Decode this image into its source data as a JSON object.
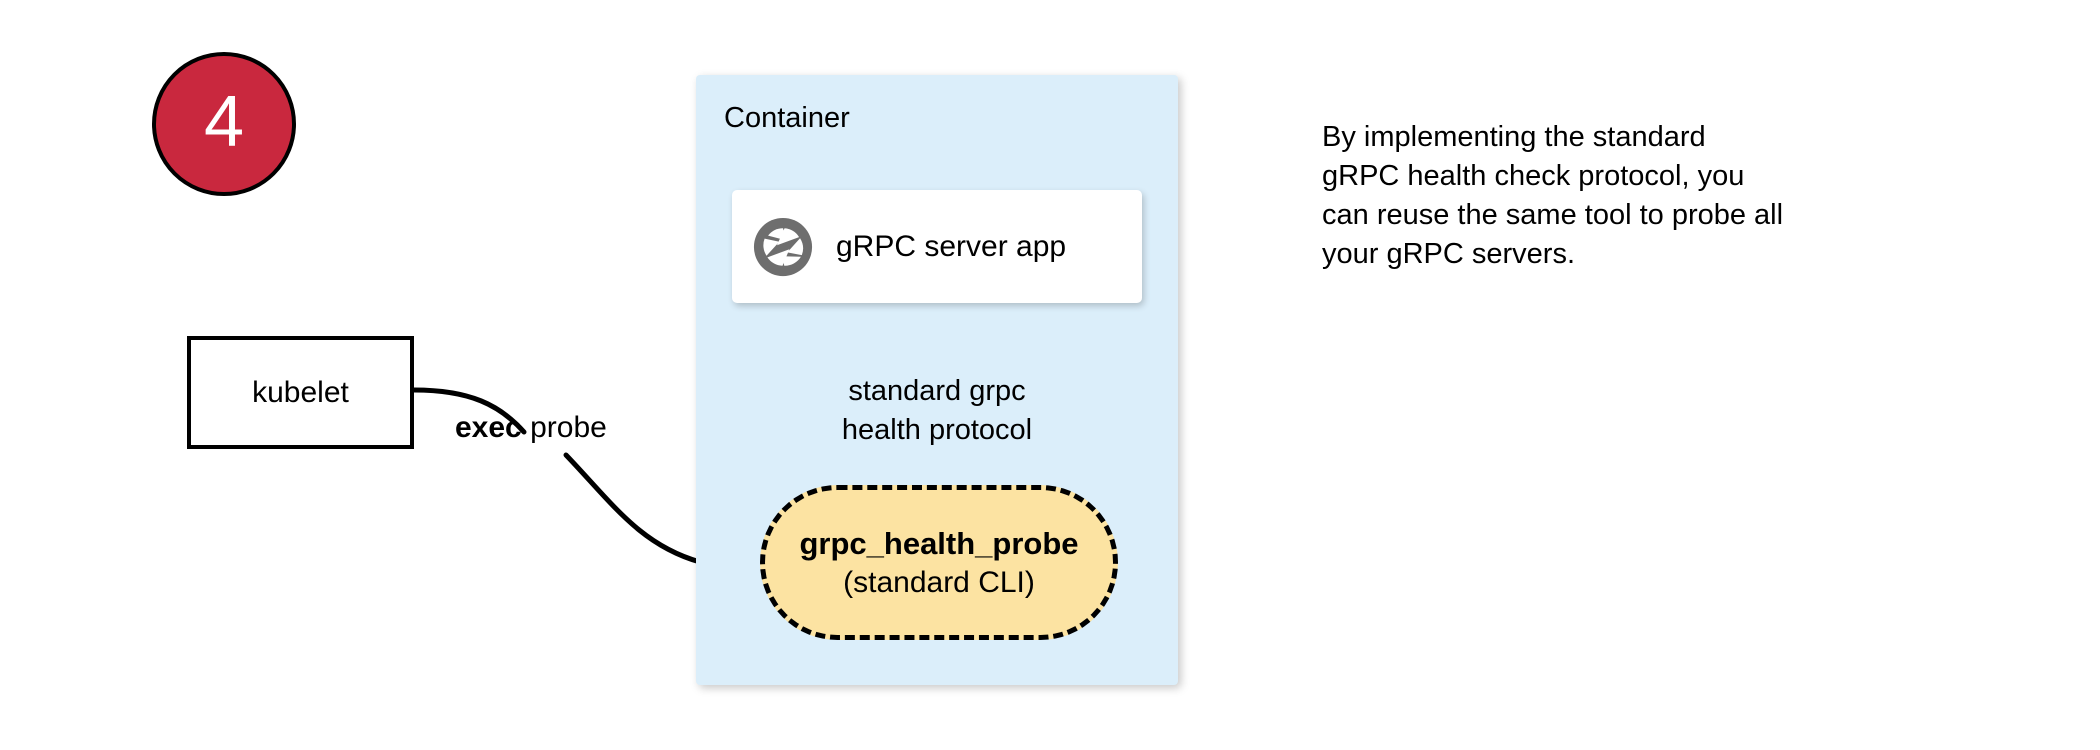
{
  "step": {
    "number": "4",
    "badge_color": "#C9283E",
    "badge_text_color": "#FFFFFF"
  },
  "container": {
    "title": "Container",
    "fill_color": "#DBEEFA"
  },
  "server_card": {
    "icon": "grpc-aperture-icon",
    "label": "gRPC server app",
    "fill_color": "#FFFFFF",
    "icon_color": "#6E6E6E"
  },
  "kubelet": {
    "label": "kubelet",
    "fill_color": "#FFFFFF",
    "border_color": "#000000"
  },
  "edges": {
    "exec_probe": {
      "bold_text": "exec",
      "text": " probe",
      "from": "kubelet",
      "to": "grpc_health_probe"
    },
    "health_protocol": {
      "line1": "standard grpc",
      "line2": "health protocol",
      "from": "grpc_health_probe",
      "to": "gRPC server app"
    }
  },
  "probe_capsule": {
    "title": "grpc_health_probe",
    "subtitle": "(standard CLI)",
    "fill_color": "#FCE3A2",
    "border_style": "dashed",
    "border_color": "#000000"
  },
  "side_note": {
    "line1": "By implementing the standard",
    "line2": "gRPC health check protocol, you",
    "line3": "can reuse the same tool to probe all",
    "line4": "your gRPC servers."
  }
}
